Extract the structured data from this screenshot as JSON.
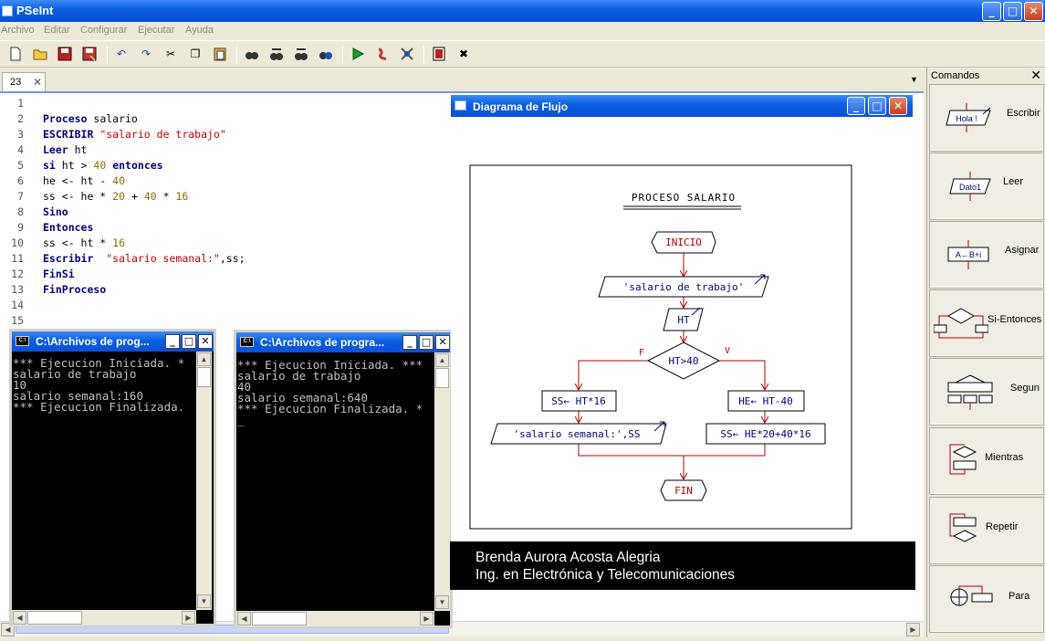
{
  "app": {
    "title": "PSeInt",
    "window_buttons": {
      "minimize": "_",
      "maximize": "□",
      "close": "✕"
    }
  },
  "menu": [
    "Archivo",
    "Editar",
    "Configurar",
    "Ejecutar",
    "Ayuda"
  ],
  "toolbar_icons": [
    "new-file-icon",
    "open-folder-icon",
    "save-icon",
    "save-as-icon",
    "undo-icon",
    "redo-icon",
    "cut-icon",
    "copy-icon",
    "paste-icon",
    "search-icon",
    "search-next-icon",
    "search-prev-icon",
    "replace-icon",
    "run-icon",
    "step-icon",
    "debug-icon",
    "flowchart-icon",
    "close-icon"
  ],
  "tab": {
    "label": "23",
    "close": "✕"
  },
  "editor": {
    "lines": [
      {
        "n": "1",
        "tokens": []
      },
      {
        "n": "2",
        "tokens": [
          {
            "t": "Proceso",
            "k": "kw"
          },
          {
            "t": " salario",
            "k": ""
          }
        ]
      },
      {
        "n": "3",
        "tokens": [
          {
            "t": "ESCRIBIR",
            "k": "kw"
          },
          {
            "t": " ",
            "k": ""
          },
          {
            "t": "\"salario de trabajo\"",
            "k": "str"
          }
        ]
      },
      {
        "n": "4",
        "tokens": [
          {
            "t": "Leer",
            "k": "kw"
          },
          {
            "t": " ht",
            "k": ""
          }
        ]
      },
      {
        "n": "5",
        "tokens": [
          {
            "t": "si",
            "k": "kw"
          },
          {
            "t": " ht > ",
            "k": ""
          },
          {
            "t": "40",
            "k": "num"
          },
          {
            "t": " ",
            "k": ""
          },
          {
            "t": "entonces",
            "k": "kw"
          }
        ]
      },
      {
        "n": "6",
        "tokens": [
          {
            "t": "he <- ht - ",
            "k": ""
          },
          {
            "t": "40",
            "k": "num"
          }
        ]
      },
      {
        "n": "7",
        "tokens": [
          {
            "t": "ss <- he * ",
            "k": ""
          },
          {
            "t": "20",
            "k": "num"
          },
          {
            "t": " + ",
            "k": ""
          },
          {
            "t": "40",
            "k": "num"
          },
          {
            "t": " * ",
            "k": ""
          },
          {
            "t": "16",
            "k": "num"
          }
        ]
      },
      {
        "n": "8",
        "tokens": [
          {
            "t": "Sino",
            "k": "kw"
          }
        ]
      },
      {
        "n": "9",
        "tokens": [
          {
            "t": "Entonces",
            "k": "kw"
          }
        ]
      },
      {
        "n": "10",
        "tokens": [
          {
            "t": "ss <- ht * ",
            "k": ""
          },
          {
            "t": "16",
            "k": "num"
          }
        ]
      },
      {
        "n": "11",
        "tokens": [
          {
            "t": "Escribir",
            "k": "kw"
          },
          {
            "t": "  ",
            "k": ""
          },
          {
            "t": "\"salario semanal:\"",
            "k": "str"
          },
          {
            "t": ",ss;",
            "k": ""
          }
        ]
      },
      {
        "n": "12",
        "tokens": [
          {
            "t": "FinSi",
            "k": "kw"
          }
        ]
      },
      {
        "n": "13",
        "tokens": [
          {
            "t": "FinProceso",
            "k": "kw"
          }
        ]
      },
      {
        "n": "14",
        "tokens": []
      },
      {
        "n": "15",
        "tokens": []
      }
    ]
  },
  "console1": {
    "title": "C:\\Archivos de prog...",
    "icon": "C:\\",
    "text": "*** Ejecucion Iniciada. *\nsalario de trabajo\n10\nsalario semanal:160\n*** Ejecucion Finalizada."
  },
  "console2": {
    "title": "C:\\Archivos de progra...",
    "icon": "C:\\",
    "text": "*** Ejecucion Iniciada. ***\nsalario de trabajo\n40\nsalario semanal:640\n*** Ejecucion Finalizada. *\n_"
  },
  "flowchart": {
    "window_title": "Diagrama de Flujo",
    "header": "PROCESO SALARIO",
    "start": "INICIO",
    "output1": "'salario de trabajo'",
    "input": "HT",
    "decision": "HT>40",
    "false_label": "F",
    "true_label": "V",
    "false_assign": "SS← HT*16",
    "true_assign1": "HE← HT-40",
    "output2": "'salario semanal:',SS",
    "true_assign2": "SS← HE*20+40*16",
    "end": "FIN",
    "colors": {
      "text": "#000080",
      "lines": "#b00000"
    }
  },
  "credit": {
    "line1": "Brenda Aurora Acosta Alegria",
    "line2": "Ing. en Electrónica y Telecomunicaciones"
  },
  "commands": {
    "title": "Comandos",
    "close": "✕",
    "items": [
      {
        "label": "Escribir",
        "icon_text": "Hola !"
      },
      {
        "label": "Leer",
        "icon_text": "Dato1"
      },
      {
        "label": "Asignar",
        "icon_text": "A←B+i"
      },
      {
        "label": "Si-Entonces",
        "icon_text": ""
      },
      {
        "label": "Segun",
        "icon_text": ""
      },
      {
        "label": "Mientras",
        "icon_text": ""
      },
      {
        "label": "Repetir",
        "icon_text": ""
      },
      {
        "label": "Para",
        "icon_text": ""
      }
    ]
  }
}
